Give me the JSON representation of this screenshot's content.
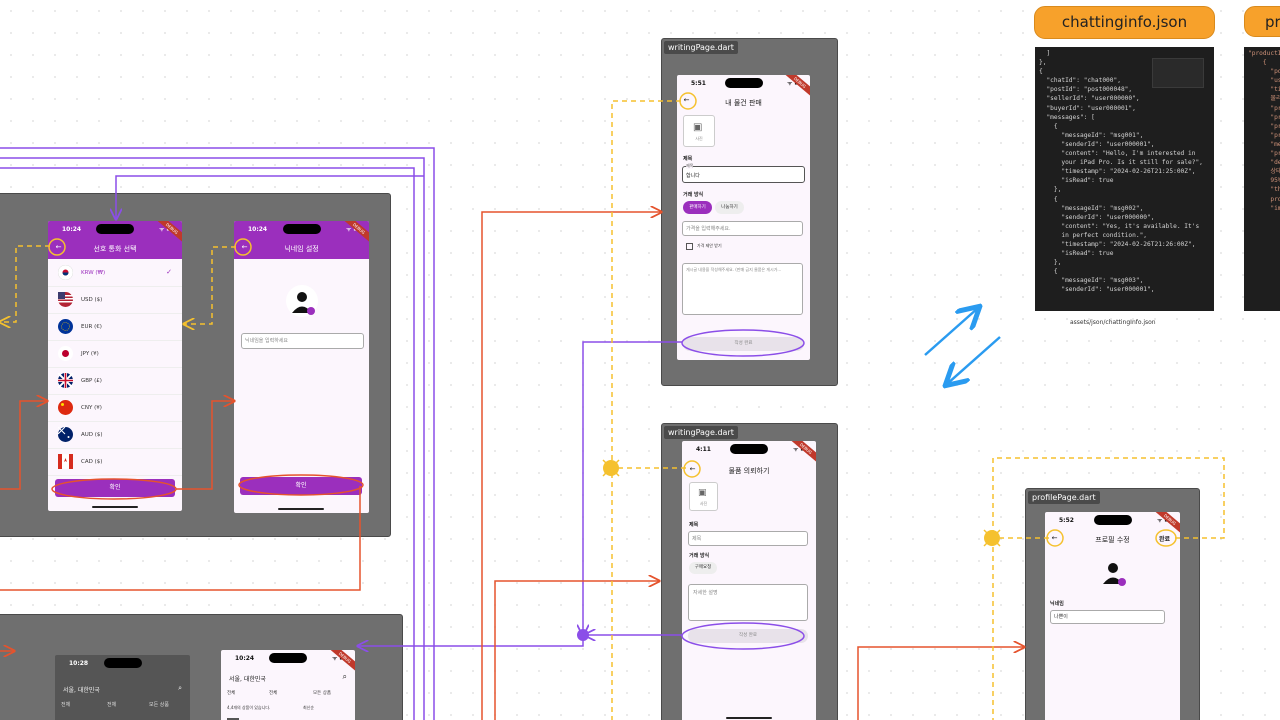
{
  "frames": {
    "writing_top": {
      "label": "writingPage.dart"
    },
    "writing_bottom": {
      "label": "writingPage.dart"
    },
    "profile": {
      "label": "profilePage.dart"
    }
  },
  "currency_screen": {
    "time": "10:24",
    "title": "선호 통화 선택",
    "items": [
      {
        "label": "KRW (₩)"
      },
      {
        "label": "USD ($)"
      },
      {
        "label": "EUR (€)"
      },
      {
        "label": "JPY (¥)"
      },
      {
        "label": "GBP (£)"
      },
      {
        "label": "CNY (¥)"
      },
      {
        "label": "AUD ($)"
      },
      {
        "label": "CAD ($)"
      }
    ],
    "confirm": "확인",
    "check_icon": "✓"
  },
  "nickname_screen": {
    "time": "10:24",
    "title": "닉네임 설정",
    "placeholder": "닉네임을 입력하세요",
    "confirm": "확인"
  },
  "sell_screen": {
    "time": "5:51",
    "title": "내 물건 판매",
    "photo_label": "사진",
    "title_label": "제목",
    "title_float": "제목",
    "title_value": "합니다",
    "method_label": "거래 방식",
    "method_sell": "판매하기",
    "method_share": "나눔하기",
    "price_placeholder": "가격을 입력해주세요.",
    "offer_check": "가격 제안 받기",
    "desc_placeholder": "게시글 내용을 작성해주세요. (판매 금지 물품은 게시가...",
    "submit": "작성 완료"
  },
  "request_screen": {
    "time": "4:11",
    "title": "물품 의뢰하기",
    "photo_label": "사진",
    "title_label": "제목",
    "title_placeholder": "제목",
    "method_label": "거래 방식",
    "method_option": "구매요청",
    "desc_placeholder": "자세한 설명",
    "submit": "작성 완료"
  },
  "profile_screen": {
    "time": "5:52",
    "title": "프로필 수정",
    "done": "완료",
    "nickname_label": "닉네임",
    "nickname_value": "나쁜이"
  },
  "home_screen_a": {
    "time": "10:28",
    "location": "서울, 대한민국",
    "filters": [
      "전체",
      "전체",
      "모든 상품"
    ]
  },
  "home_screen_b": {
    "time": "10:24",
    "location": "서울, 대한민국",
    "filters": [
      "전체",
      "전체",
      "모든 상품"
    ],
    "count_text": "4,4개의 상품이 있습니다.",
    "sort": "최신순"
  },
  "chat_json": {
    "title": "chattinginfo.json",
    "caption": "assets/json/chattingInfo.json",
    "code": "  ]\n},\n{\n  \"chatId\": \"chat000\",\n  \"postId\": \"post000048\",\n  \"sellerId\": \"user000000\",\n  \"buyerId\": \"user000001\",\n  \"messages\": [\n    {\n      \"messageId\": \"msg001\",\n      \"senderId\": \"user000001\",\n      \"content\": \"Hello, I'm interested in\n      your iPad Pro. Is it still for sale?\",\n      \"timestamp\": \"2024-02-26T21:25:00Z\",\n      \"isRead\": true\n    },\n    {\n      \"messageId\": \"msg002\",\n      \"senderId\": \"user000000\",\n      \"content\": \"Yes, it's available. It's\n      in perfect condition.\",\n      \"timestamp\": \"2024-02-26T21:26:00Z\",\n      \"isRead\": true\n    },\n    {\n      \"messageId\": \"msg003\",\n      \"senderId\": \"user000001\","
  },
  "product_json": {
    "title": "pr",
    "code": "\"productI\n    {\n      \"po\n      \"us\n      \"ti\n      물리\n      \"pr\n      \"pr\n      \"pr\n      \"pr\n      \"me\n      \"pr\n      \"de\n      상태\n      95%\n      \"th\n      pro\n      \"im"
  },
  "colors": {
    "frame": "#6f6f6f",
    "purple": "#9b2fbd",
    "arrow_red": "#e5532d",
    "arrow_yellow": "#f5c12e",
    "arrow_violet": "#8b4ee8",
    "sync_blue": "#2a9bf0",
    "json_orange": "#f7a12b"
  }
}
